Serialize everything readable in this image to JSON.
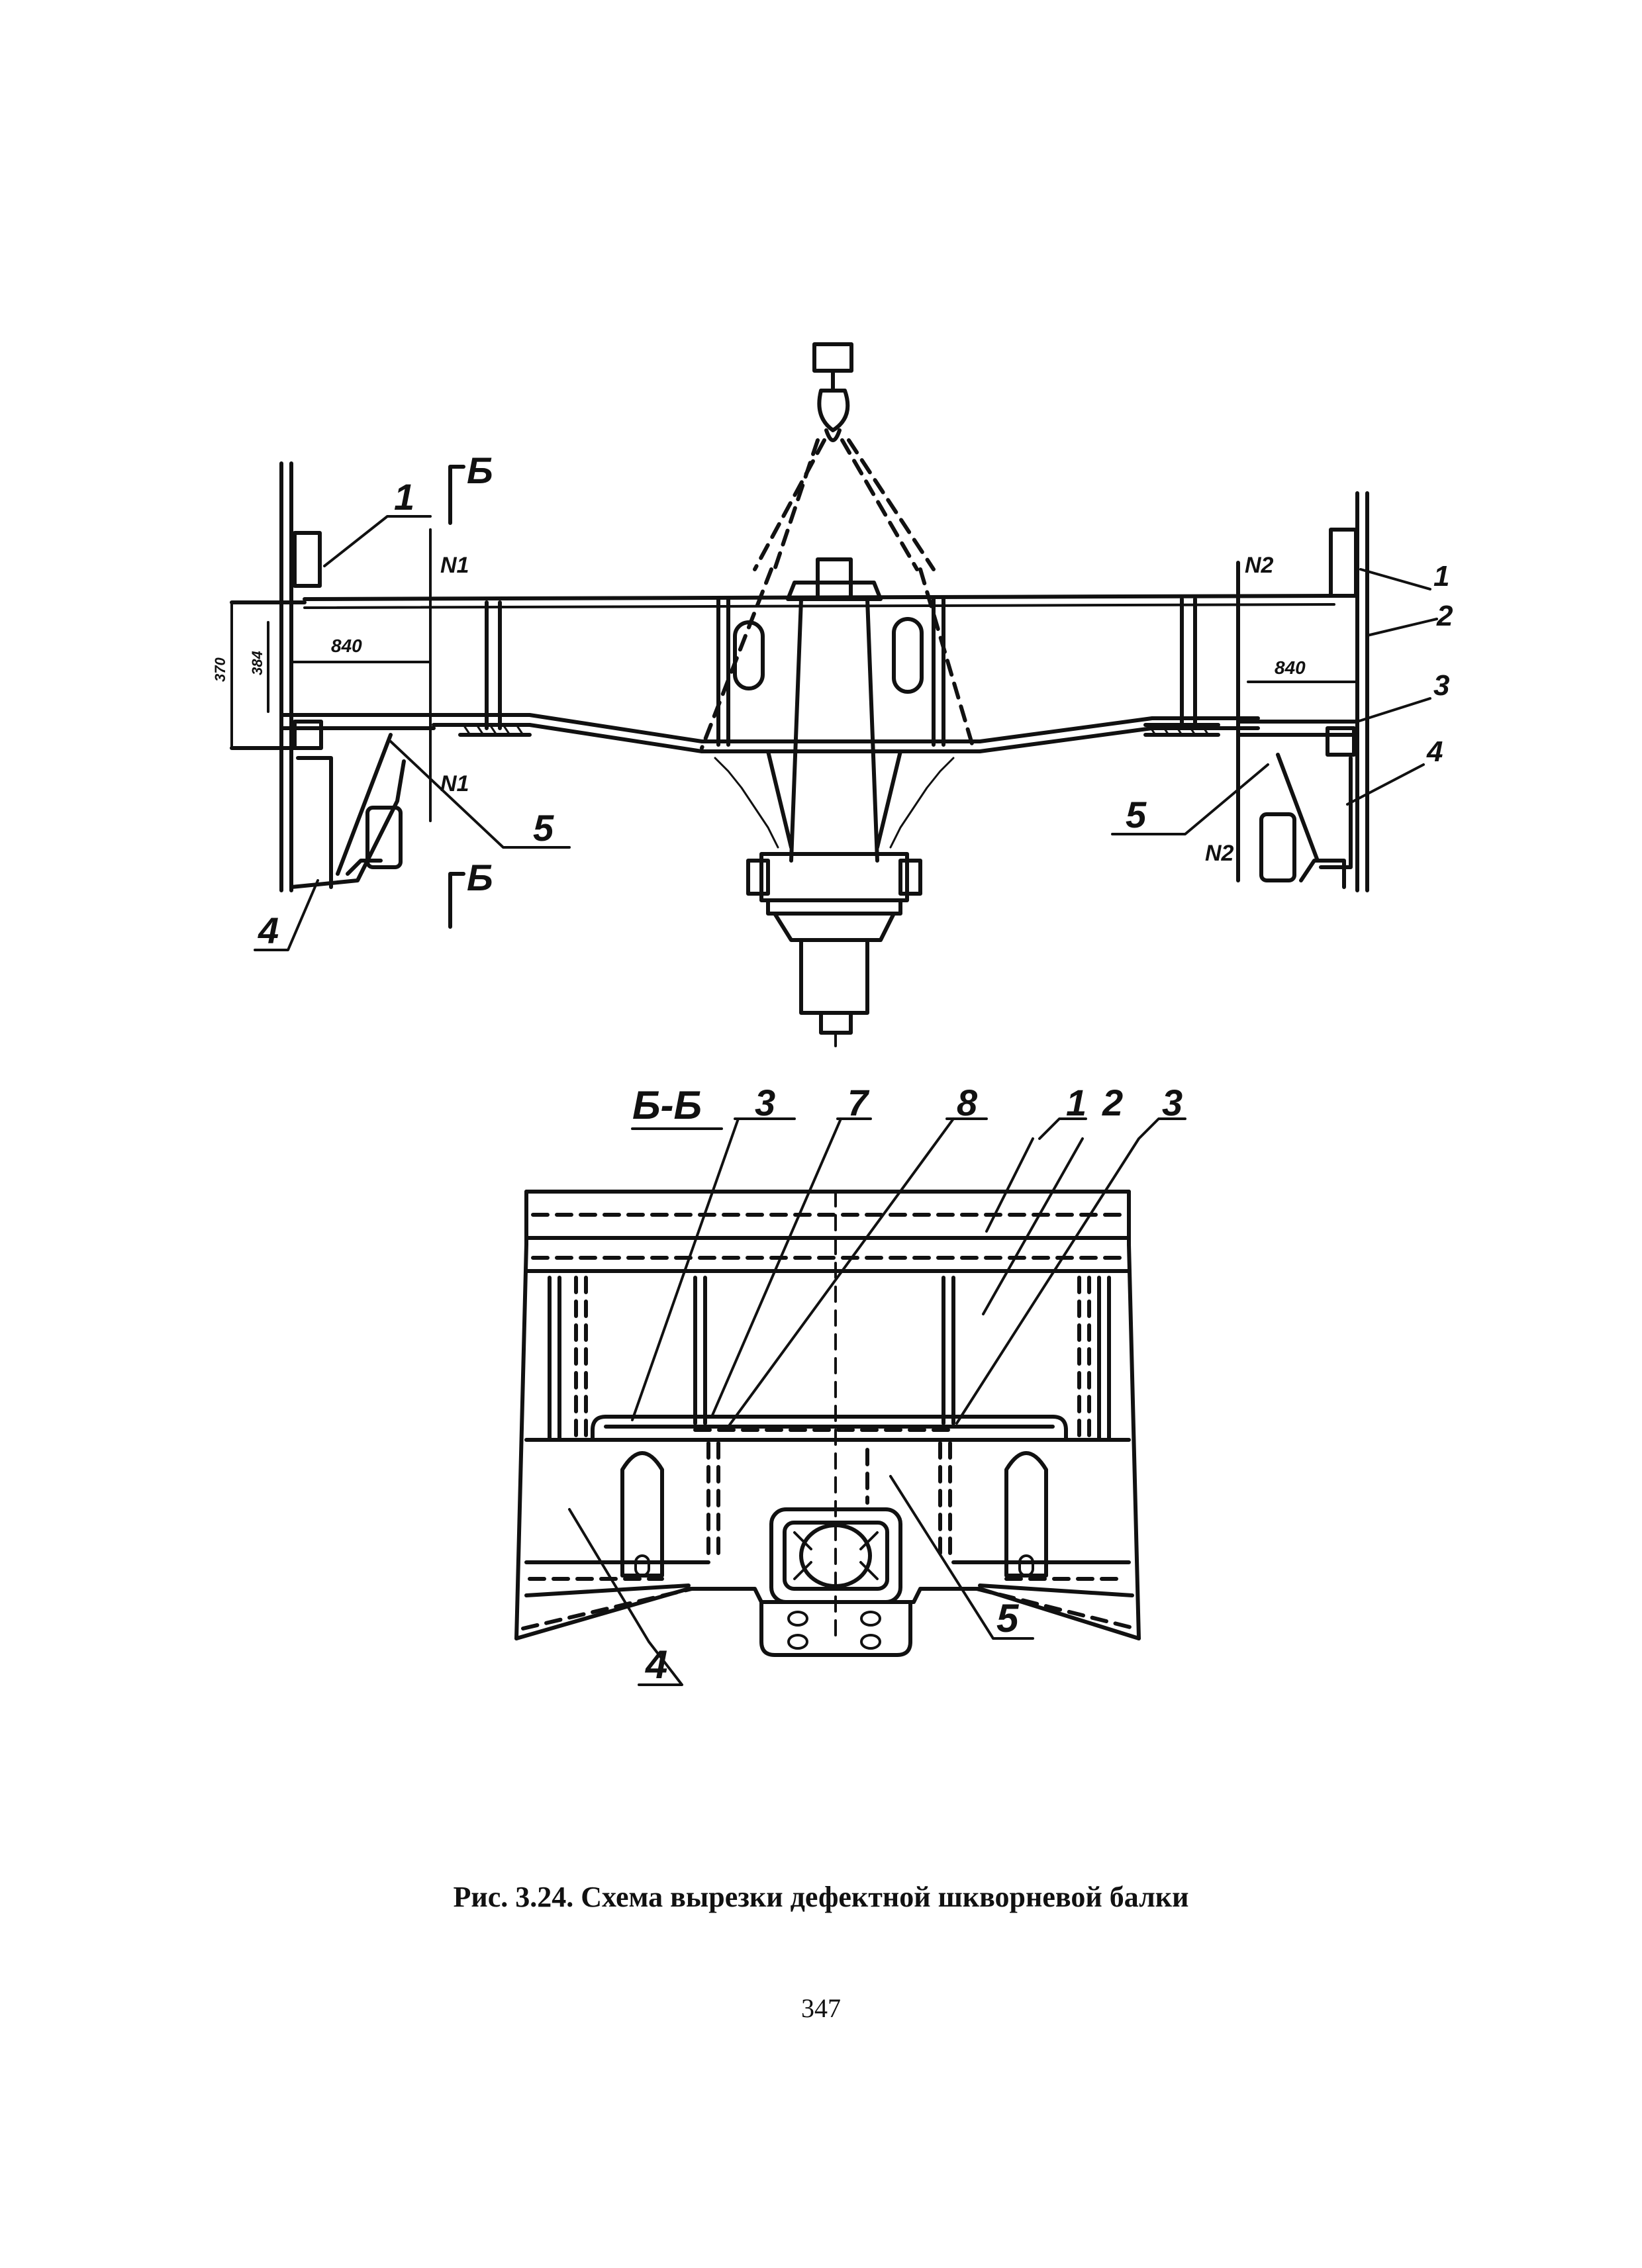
{
  "figure": {
    "section_marks": [
      "Б",
      "Б"
    ],
    "section_title": "Б-Б",
    "upper_labels": {
      "left_1": "1",
      "left_4": "4",
      "left_5": "5",
      "left_n1_top": "N1",
      "left_n1_bottom": "N1",
      "left_dim_840": "840",
      "left_dim_v1": "370",
      "left_dim_v2": "384",
      "right_1": "1",
      "right_2": "2",
      "right_3": "3",
      "right_4": "4",
      "right_5": "5",
      "right_n2_top": "N2",
      "right_n2_bottom": "N2",
      "right_dim_840": "840"
    },
    "lower_labels": {
      "l3a": "3",
      "l7": "7",
      "l8": "8",
      "l1": "1",
      "l2": "2",
      "l3b": "3",
      "l4": "4",
      "l5": "5"
    }
  },
  "caption": "Рис. 3.24. Схема вырезки дефектной шкворневой балки",
  "page_number": "347"
}
